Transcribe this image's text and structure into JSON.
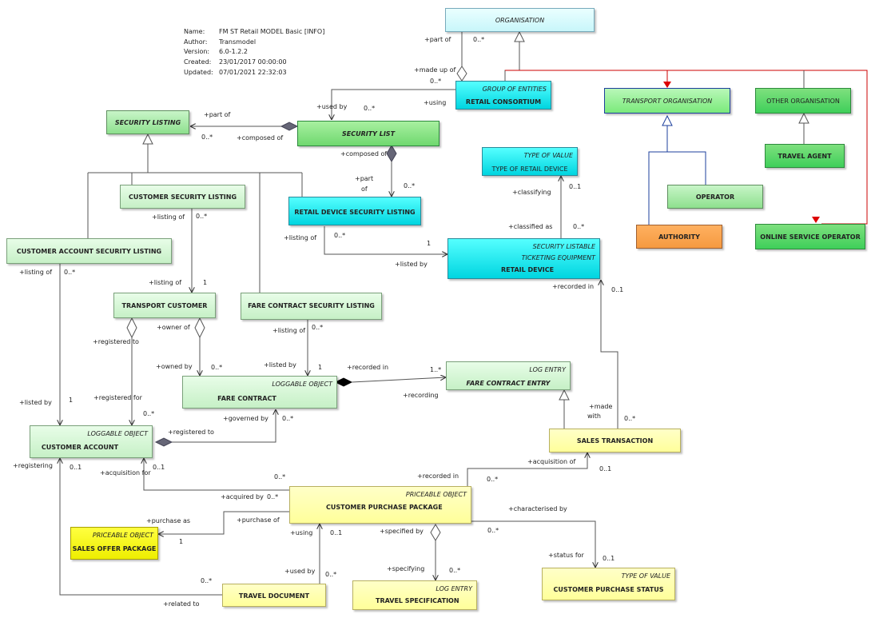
{
  "info": {
    "name_key": "Name:",
    "name_val": "FM ST Retail MODEL Basic [INFO]",
    "author_key": "Author:",
    "author_val": "Transmodel",
    "version_key": "Version:",
    "version_val": "6.0-1.2.2",
    "created_key": "Created:",
    "created_val": "23/01/2017 00:00:00",
    "updated_key": "Updated:",
    "updated_val": "07/01/2021 22:32:03"
  },
  "boxes": {
    "organisation": {
      "name": "ORGANISATION"
    },
    "retail_consortium": {
      "stereotype": "GROUP OF ENTITIES",
      "name": "RETAIL CONSORTIUM"
    },
    "transport_organisation": {
      "name": "TRANSPORT ORGANISATION"
    },
    "other_organisation": {
      "name": "OTHER ORGANISATION"
    },
    "travel_agent": {
      "name": "TRAVEL AGENT"
    },
    "operator": {
      "name": "OPERATOR"
    },
    "authority": {
      "name": "AUTHORITY"
    },
    "online_service_operator": {
      "name": "ONLINE SERVICE OPERATOR"
    },
    "security_listing": {
      "name": "SECURITY LISTING"
    },
    "security_list": {
      "name": "SECURITY LIST"
    },
    "type_of_retail_device": {
      "stereotype": "TYPE OF VALUE",
      "name": "TYPE OF RETAIL DEVICE"
    },
    "customer_security_listing": {
      "name": "CUSTOMER SECURITY LISTING"
    },
    "retail_device_security_listing": {
      "name": "RETAIL DEVICE SECURITY LISTING"
    },
    "customer_account_security_listing": {
      "name": "CUSTOMER ACCOUNT SECURITY LISTING"
    },
    "retail_device": {
      "stereotype1": "SECURITY LISTABLE",
      "stereotype2": "TICKETING EQUIPMENT",
      "name": "RETAIL DEVICE"
    },
    "transport_customer": {
      "name": "TRANSPORT CUSTOMER"
    },
    "fare_contract_security_listing": {
      "name": "FARE CONTRACT SECURITY LISTING"
    },
    "fare_contract": {
      "stereotype": "LOGGABLE OBJECT",
      "name": "FARE CONTRACT"
    },
    "fare_contract_entry": {
      "stereotype": "LOG ENTRY",
      "name": "FARE CONTRACT ENTRY"
    },
    "customer_account": {
      "stereotype": "LOGGABLE OBJECT",
      "name": "CUSTOMER ACCOUNT"
    },
    "sales_transaction": {
      "name": "SALES TRANSACTION"
    },
    "customer_purchase_package": {
      "stereotype": "PRICEABLE OBJECT",
      "name": "CUSTOMER PURCHASE PACKAGE"
    },
    "sales_offer_package": {
      "stereotype": "PRICEABLE OBJECT",
      "name": "SALES OFFER PACKAGE"
    },
    "travel_document": {
      "name": "TRAVEL DOCUMENT"
    },
    "travel_specification": {
      "stereotype": "LOG ENTRY",
      "name": "TRAVEL SPECIFICATION"
    },
    "customer_purchase_status": {
      "stereotype": "TYPE OF VALUE",
      "name": "CUSTOMER PURCHASE STATUS"
    }
  },
  "labels": [
    "+part of",
    "0..*",
    "+made up of",
    "0..*",
    "+using",
    "+used by",
    "0..*",
    "+part of",
    "0..*",
    "+composed of",
    "+composed of",
    "+part",
    "of",
    "0..*",
    "+classifying",
    "0..1",
    "+classified as",
    "0..*",
    "+listing of",
    "0..*",
    "+listing of",
    "0..*",
    "1",
    "+listed by",
    "+listing of",
    "0..*",
    "+listing of",
    "1",
    "+recorded in",
    "0..1",
    "+owner of",
    "+registered to",
    "+listing of",
    "0..*",
    "+owned by",
    "0..*",
    "+listed by",
    "1",
    "+recorded in",
    "1..*",
    "+recording",
    "+registered for",
    "0..*",
    "+listed  by",
    "1",
    "+governed by",
    "0..*",
    "+made",
    "with",
    "0..*",
    "+registered to",
    "+acquisition of",
    "0..1",
    "+registering",
    "0..1",
    "+acquisition for",
    "0..1",
    "0..*",
    "+recorded in",
    "0..*",
    "+acquired by",
    "0..*",
    "+characterised by",
    "+purchase as",
    "+purchase of",
    "1",
    "+using",
    "0..1",
    "+specified by",
    "0..*",
    "+status for",
    "0..1",
    "0..*",
    "+used by",
    "0..*",
    "+specifying",
    "0..*",
    "+related to"
  ]
}
